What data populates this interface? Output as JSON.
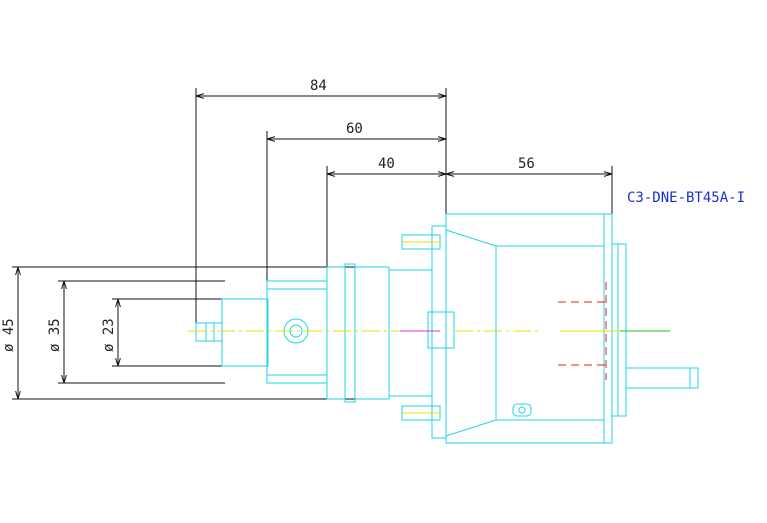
{
  "dimensions": {
    "top_84": "84",
    "top_60": "60",
    "top_40": "40",
    "top_56": "56",
    "dia_45": "ø 45",
    "dia_35": "ø 35",
    "dia_23": "ø 23"
  },
  "part_label": "C3-DNE-BT45A-I",
  "colors": {
    "outline": "#22d3e8",
    "dimension": "#111111",
    "centerline": "#e8e000",
    "hidden": "#e02020",
    "magenta": "#e030c0",
    "green": "#20c020",
    "label": "#1a2fd0"
  }
}
